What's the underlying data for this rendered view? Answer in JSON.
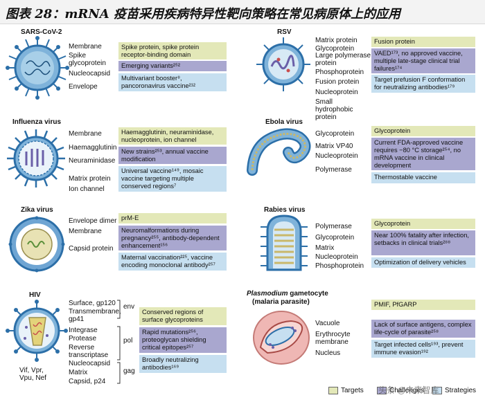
{
  "figure": {
    "title": "图表 28：mRNA 疫苗采用疾病特异性靶向策略在常见病原体上的应用"
  },
  "colors": {
    "targets": "#e3e8b8",
    "challenges": "#a9a7cf",
    "strategies": "#c6dff0"
  },
  "legend": {
    "targets": "Targets",
    "challenges": "Challenges",
    "strategies": "Strategies"
  },
  "watermark": "头条 @未来智库",
  "panels": {
    "sars": {
      "title": "SARS-CoV-2",
      "labels": [
        "Membrane",
        "Spike glycoprotein",
        "Nucleocapsid",
        "Envelope"
      ],
      "target": "Spike protein, spike protein receptor-binding domain",
      "challenge": "Emerging variants²⁵²",
      "strategy": "Multivariant booster⁸, pancoronavirus vaccine²¹²"
    },
    "rsv": {
      "title": "RSV",
      "labels": [
        "Matrix protein",
        "Glycoprotein",
        "Large polymerase protein",
        "Phosphoprotein",
        "Fusion protein",
        "Nucleoprotein",
        "Small hydrophobic protein"
      ],
      "target": "Fusion protein",
      "challenge": "VAED¹⁷³, no approved vaccine, multiple late-stage clinical trial failures¹⁷⁴",
      "strategy": "Target prefusion F conformation for neutralizing antibodies¹⁷⁹"
    },
    "influenza": {
      "title": "Influenza virus",
      "labels": [
        "Membrane",
        "Haemagglutinin",
        "Neuraminidase",
        "Matrix protein",
        "Ion channel"
      ],
      "target": "Haemagglutinin, neuraminidase, nucleoprotein, ion channel",
      "challenge": "New strains²⁵³, annual vaccine modification",
      "strategy": "Universal vaccine¹⁴⁹, mosaic vaccine targeting multiple conserved regions⁷"
    },
    "ebola": {
      "title": "Ebola virus",
      "labels": [
        "Glycoprotein",
        "Matrix VP40",
        "Nucleoprotein",
        "Polymerase"
      ],
      "target": "Glycoprotein",
      "challenge": "Current FDA-approved vaccine requires −80 °C storage²⁵⁴, no mRNA vaccine in clinical development",
      "strategy": "Thermostable vaccine"
    },
    "zika": {
      "title": "Zika virus",
      "labels": [
        "Envelope dimer",
        "Membrane",
        "Capsid protein"
      ],
      "target": "prM-E",
      "challenge": "Neuromalformations during pregnancy²⁵⁵, antibody-dependent enhancement¹⁵⁶",
      "strategy": "Maternal vaccination²²⁵, vaccine encoding monoclonal antibody²⁵⁷"
    },
    "rabies": {
      "title": "Rabies virus",
      "labels": [
        "Polymerase",
        "Glycoprotein",
        "Matrix",
        "Nucleoprotein",
        "Phosphoprotein"
      ],
      "target": "Glycoprotein",
      "challenge": "Near 100% fatality after infection, setbacks in clinical trials²⁸⁸",
      "strategy": "Optimization of delivery vehicles"
    },
    "hiv": {
      "title": "HIV",
      "labels": [
        "Surface, gp120",
        "Transmembrane, gp41",
        "Integrase",
        "Protease",
        "Reverse transcriptase",
        "Nucleocapsid",
        "Matrix",
        "Capsid, p24",
        "Vif, Vpr, Vpu, Nef"
      ],
      "groups": [
        "env",
        "pol",
        "gag"
      ],
      "target": "Conserved regions of surface glycoproteins",
      "challenge": "Rapid mutations²⁵⁶, proteoglycan shielding critical epitopes²⁵⁷",
      "strategy": "Broadly neutralizing antibodies¹⁶⁹"
    },
    "plasmodium": {
      "title_italic": "Plasmodium",
      "title_rest": " gametocyte",
      "subtitle": "(malaria parasite)",
      "labels": [
        "Vacuole",
        "Erythrocyte membrane",
        "Nucleus"
      ],
      "target": "PMIF, PfGARP",
      "challenge": "Lack of surface antigens, complex life-cycle of parasite²⁵⁸",
      "strategy": "Target infected cells¹⁹³, prevent immune evasion¹⁹²"
    }
  }
}
